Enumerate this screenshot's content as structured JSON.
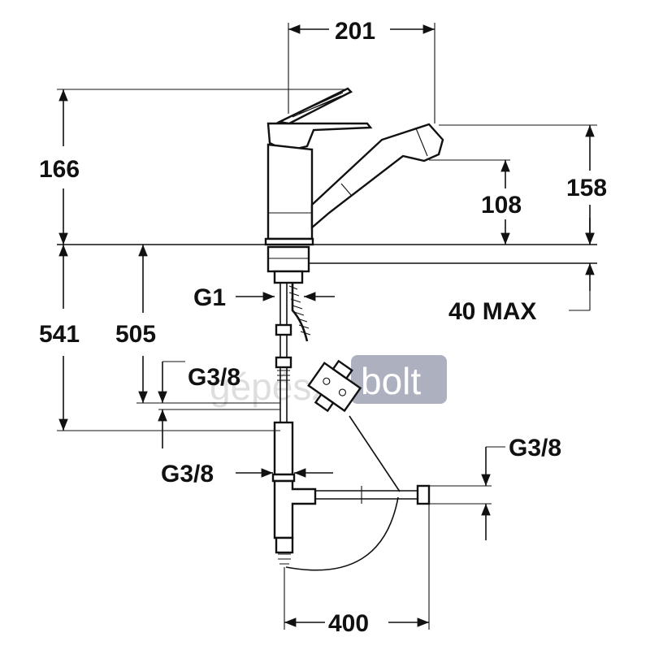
{
  "dimensions": {
    "width_201": "201",
    "height_166": "166",
    "height_158": "158",
    "height_108": "108",
    "thread_g1": "G1",
    "depth_541": "541",
    "depth_505": "505",
    "max_40": "40 MAX",
    "thread_g38_upper": "G3/8",
    "thread_g38_lower": "G3/8",
    "thread_g38_right": "G3/8",
    "length_400": "400"
  },
  "watermark": {
    "text": "gépész",
    "badge": "bolt",
    "badge_color": "#9fa3b5"
  }
}
